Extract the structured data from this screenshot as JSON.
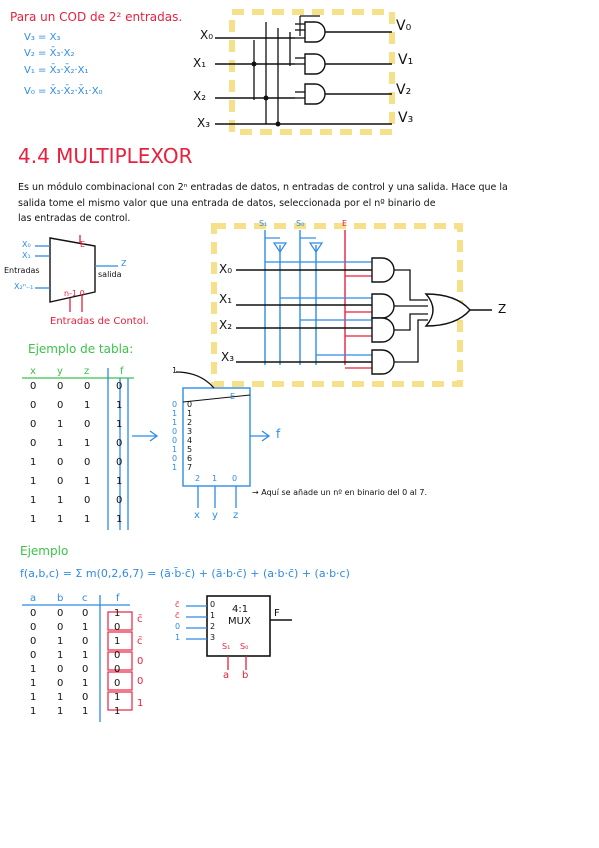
{
  "encoder": {
    "heading": "Para un COD de 2² entradas.",
    "equations": [
      "V₃ = X₃",
      "V₂ = X̄₃·X₂",
      "V₁ = X̄₃·X̄₂·X₁",
      "V₀ = X̄₃·X̄₂·X̄₁·X₀"
    ],
    "inputs": [
      "X₀",
      "X₁",
      "X₂",
      "X₃"
    ],
    "outputs": [
      "V₀",
      "V₁",
      "V₂",
      "V₃"
    ]
  },
  "section": {
    "title": "4.4 MULTIPLEXOR",
    "description_line1": "Es un módulo combinacional con 2ⁿ entradas de datos, n entradas de control y una salida. Hace que la",
    "description_line2": "salida tome el mismo valor que una entrada de datos, seleccionada por el nº binario de",
    "description_line3": "las entradas de control."
  },
  "block": {
    "label_entradas": "Entradas",
    "label_salida": "salida",
    "label_control": "Entradas de Contol.",
    "in_top": "X₀",
    "in_mid": "X₁",
    "in_bot": "X₂ⁿ₋₁",
    "enable": "E",
    "out": "Z",
    "ctrl": "n-1  0"
  },
  "mux_circuit": {
    "controls": [
      "S₁",
      "S₀",
      "E"
    ],
    "inputs": [
      "X₀",
      "X₁",
      "X₂",
      "X₃"
    ],
    "output": "Z"
  },
  "table_example": {
    "title": "Ejemplo de tabla:",
    "headers": [
      "x",
      "y",
      "z",
      "f"
    ],
    "rows": [
      [
        "0",
        "0",
        "0",
        "0"
      ],
      [
        "0",
        "0",
        "1",
        "1"
      ],
      [
        "0",
        "1",
        "0",
        "1"
      ],
      [
        "0",
        "1",
        "1",
        "0"
      ],
      [
        "1",
        "0",
        "0",
        "0"
      ],
      [
        "1",
        "0",
        "1",
        "1"
      ],
      [
        "1",
        "1",
        "0",
        "0"
      ],
      [
        "1",
        "1",
        "1",
        "1"
      ]
    ],
    "mux_inputs": [
      "0",
      "1",
      "1",
      "0",
      "0",
      "1",
      "0",
      "1"
    ],
    "mux_input_idx": [
      "0",
      "1",
      "2",
      "3",
      "4",
      "5",
      "6",
      "7"
    ],
    "mux_bottom": [
      "2",
      "1",
      "0"
    ],
    "mux_bottom_vars": [
      "x",
      "y",
      "z"
    ],
    "mux_enable": "E",
    "mux_out": "f",
    "one_label": "1",
    "note": "→ Aquí se añade un nº en binario del 0 al 7."
  },
  "example2": {
    "title": "Ejemplo",
    "formula": "f(a,b,c) = Σ m(0,2,6,7) = (ā·b̄·c̄) + (ā·b·c̄) + (a·b·c̄) + (a·b·c)",
    "headers": [
      "a",
      "b",
      "c",
      "f"
    ],
    "rows": [
      [
        "0",
        "0",
        "0",
        "1"
      ],
      [
        "0",
        "0",
        "1",
        "0"
      ],
      [
        "0",
        "1",
        "0",
        "1"
      ],
      [
        "0",
        "1",
        "1",
        "0"
      ],
      [
        "1",
        "0",
        "0",
        "0"
      ],
      [
        "1",
        "0",
        "1",
        "0"
      ],
      [
        "1",
        "1",
        "0",
        "1"
      ],
      [
        "1",
        "1",
        "1",
        "1"
      ]
    ],
    "group_labels": [
      "c̄",
      "c̄",
      "0",
      "0",
      "1"
    ],
    "mux_title1": "4:1",
    "mux_title2": "MUX",
    "mux_inputs": [
      "c̄",
      "c̄",
      "0",
      "1"
    ],
    "mux_idx": [
      "0",
      "1",
      "2",
      "3"
    ],
    "mux_sel": [
      "S₁",
      "S₀"
    ],
    "mux_sel_vars": [
      "a",
      "b"
    ],
    "mux_out": "F"
  }
}
